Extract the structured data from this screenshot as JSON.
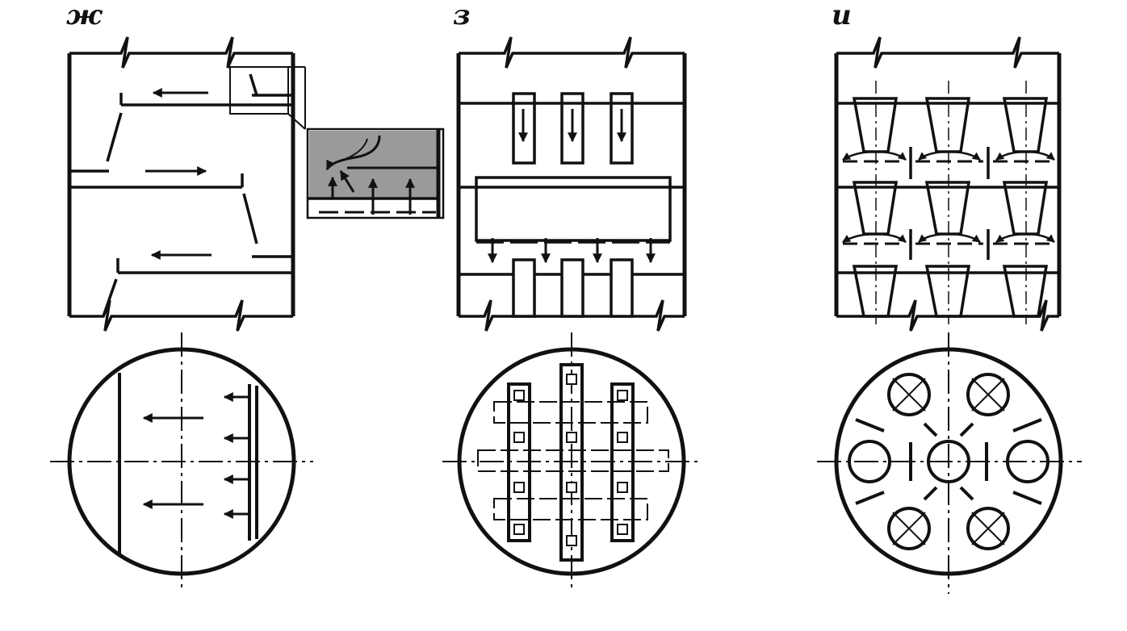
{
  "labels": {
    "zh": "ж",
    "z": "з",
    "i": "и"
  },
  "colors": {
    "ink": "#111111",
    "shade": "#9a9a9a",
    "paper": "#ffffff"
  }
}
